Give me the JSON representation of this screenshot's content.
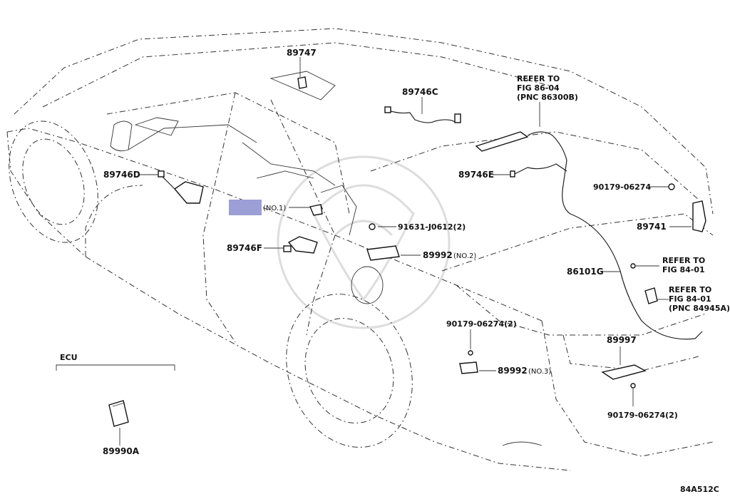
{
  "labels": {
    "p89747": "89747",
    "p89746C": "89746C",
    "ref_top_1": "REFER TO",
    "ref_top_2": "FIG 86-04",
    "ref_top_3": "(PNC 86300B)",
    "p89746D": "89746D",
    "p89746E": "89746E",
    "p90179_a": "90179-06274",
    "p89741": "89741",
    "p91631": "91631-J0612(2)",
    "no1": "(NO.1)",
    "p89746F": "89746F",
    "p89992_a": "89992",
    "no2": "(NO.2)",
    "p86101G": "86101G",
    "ref_mid_1": "REFER TO",
    "ref_mid_2": "FIG 84-01",
    "ref_low_1": "REFER TO",
    "ref_low_2": "FIG 84-01",
    "ref_low_3": "(PNC 84945A)",
    "p90179_b": "90179-06274(2)",
    "p89997": "89997",
    "p89992_b": "89992",
    "no3": "(NO.3)",
    "ecu": "ECU",
    "p89990A": "89990A",
    "p90179_c": "90179-06274(2)",
    "figure_code": "84A512C"
  },
  "colors": {
    "highlight": "#9b9fd6",
    "line": "#222222"
  }
}
